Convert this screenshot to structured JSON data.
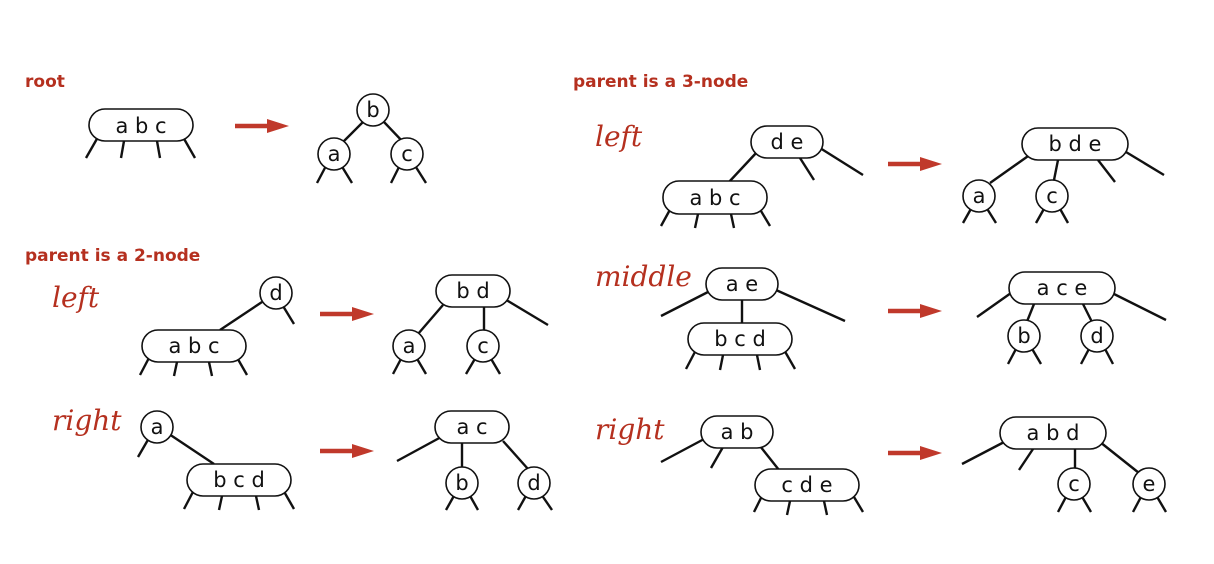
{
  "colors": {
    "accent": "#c0392b",
    "heading": "#b5301f",
    "ink": "#111111"
  },
  "headings": {
    "root": "root",
    "parent_2": "parent is a 2-node",
    "parent_3": "parent is a 3-node"
  },
  "cases": {
    "p2_left": "left",
    "p2_right": "right",
    "p3_left": "left",
    "p3_middle": "middle",
    "p3_right": "right"
  },
  "nodes": {
    "root_before": "a b c",
    "root_after_b": "b",
    "root_after_a": "a",
    "root_after_c": "c",
    "p2l_before_d": "d",
    "p2l_before_abc": "a b c",
    "p2l_after_bd": "b d",
    "p2l_after_a": "a",
    "p2l_after_c": "c",
    "p2r_before_a": "a",
    "p2r_before_bcd": "b c d",
    "p2r_after_ac": "a c",
    "p2r_after_b": "b",
    "p2r_after_d": "d",
    "p3l_before_de": "d e",
    "p3l_before_abc": "a b c",
    "p3l_after_bde": "b d e",
    "p3l_after_a": "a",
    "p3l_after_c": "c",
    "p3m_before_ae": "a e",
    "p3m_before_bcd": "b c d",
    "p3m_after_ace": "a c e",
    "p3m_after_b": "b",
    "p3m_after_d": "d",
    "p3r_before_ab": "a b",
    "p3r_before_cde": "c d e",
    "p3r_after_abd": "a b d",
    "p3r_after_c": "c",
    "p3r_after_e": "e"
  }
}
